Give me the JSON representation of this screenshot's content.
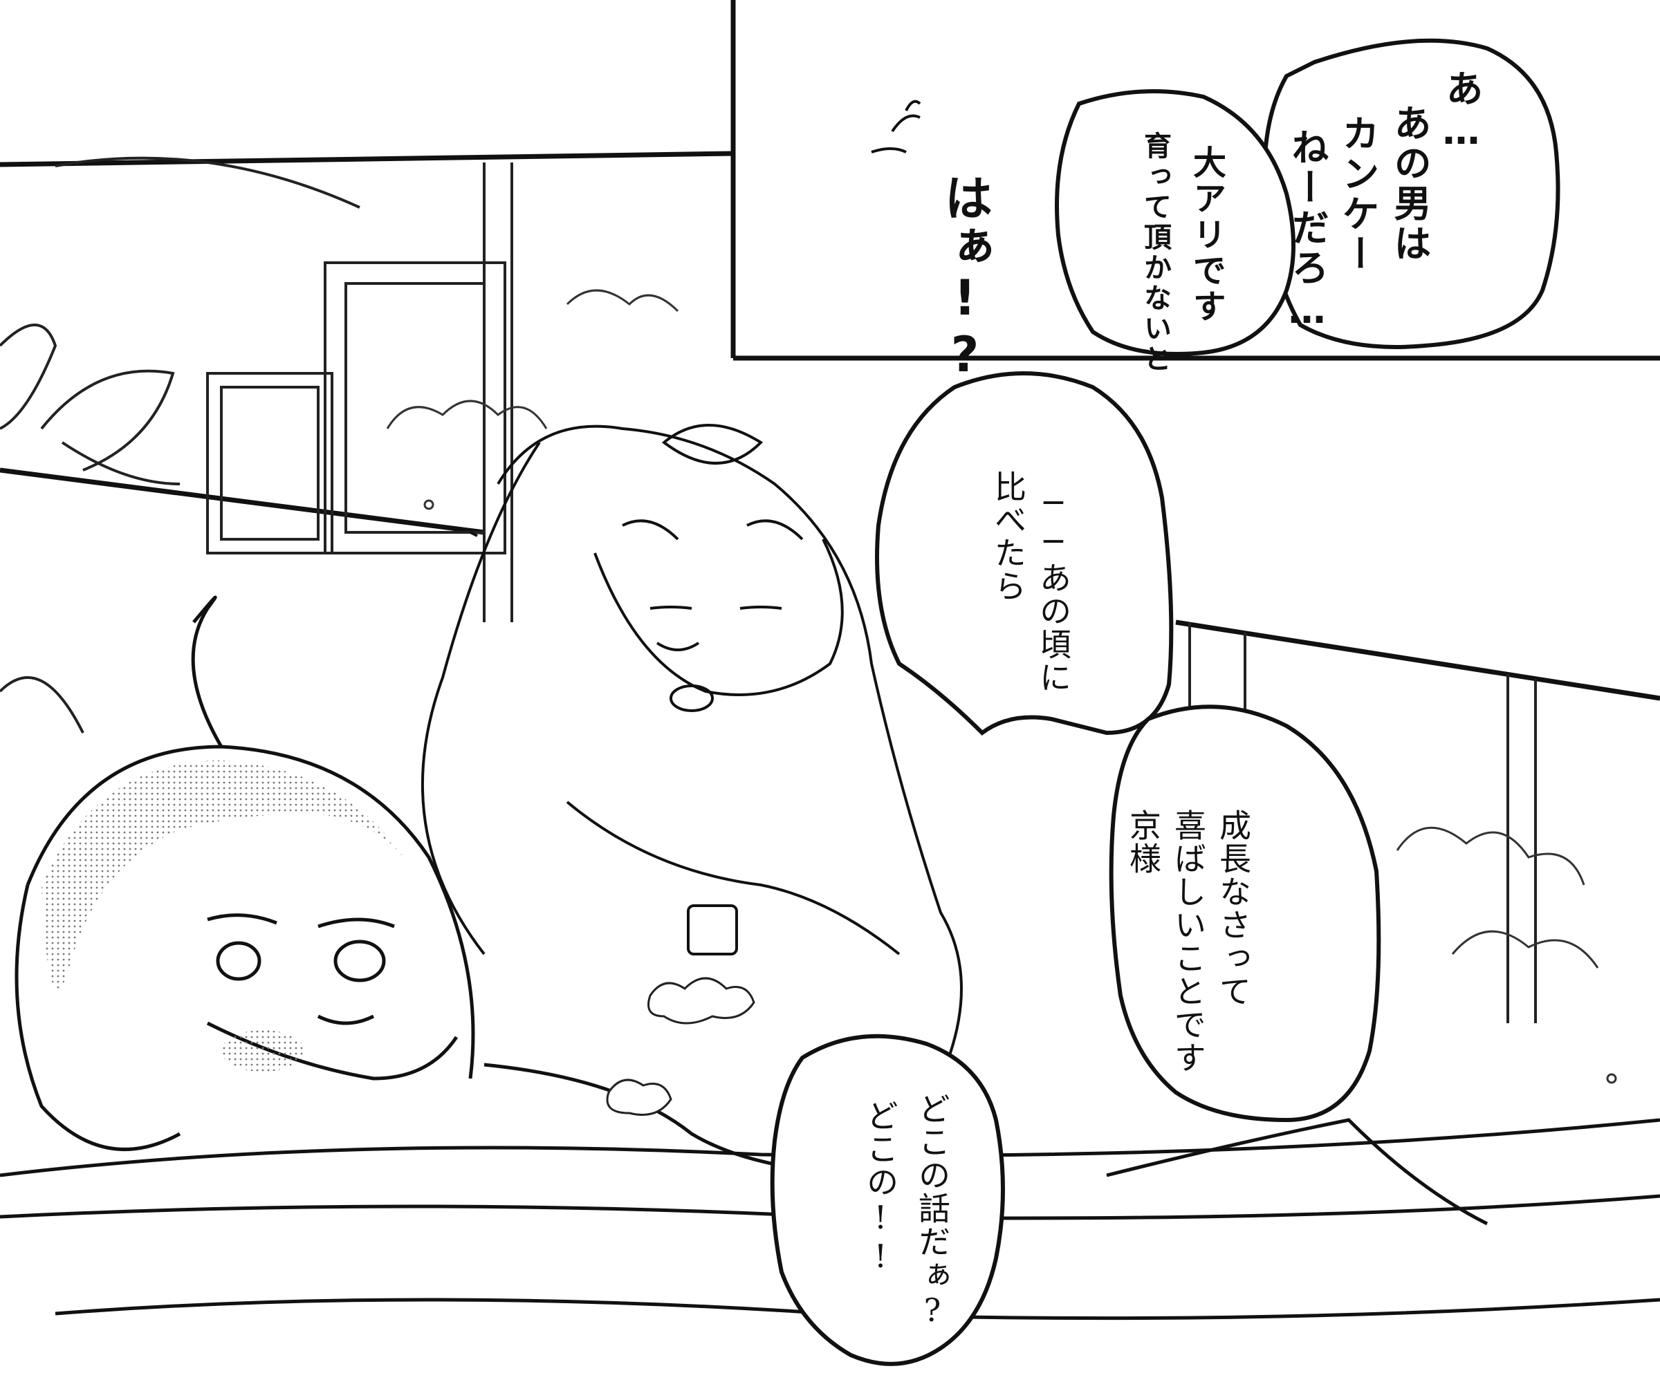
{
  "dialogue": {
    "top_bubble_1": [
      "あ…",
      "あの男は",
      "カンケー",
      "ねーだろ…"
    ],
    "top_bubble_2": [
      "大アリです",
      "育って頂かないと"
    ],
    "sfx": "はぁ!?",
    "middle_bubble": [
      "──あの頃に",
      "比べたら"
    ],
    "right_bubble": [
      "成長なさって",
      "喜ばしいことです",
      "京様"
    ],
    "bottom_bubble": [
      "どこの話だぁ?",
      "どこの!!"
    ]
  },
  "colors": {
    "ink": "#111111",
    "paper": "#ffffff",
    "tone": "#9a9a9a"
  }
}
